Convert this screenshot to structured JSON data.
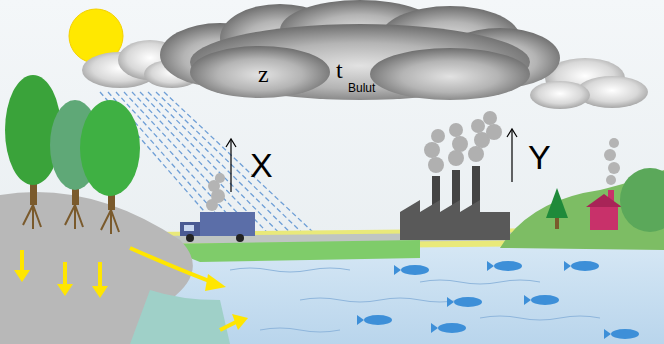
{
  "diagram": {
    "nodes": [
      {
        "text": [
          "z",
          "t",
          "Bulut"
        ]
      }
    ],
    "labels": [
      "X",
      "Y"
    ]
  }
}
